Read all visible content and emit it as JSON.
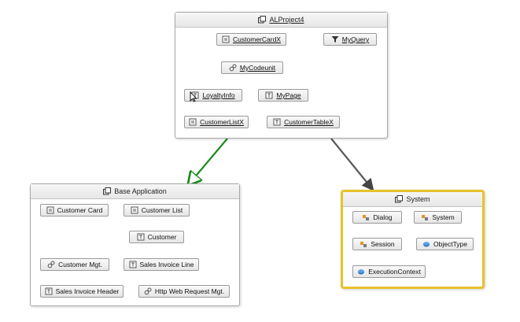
{
  "groups": {
    "alproject": {
      "title": "ALProject4"
    },
    "base": {
      "title": "Base Application"
    },
    "system": {
      "title": "System"
    }
  },
  "nodes": {
    "customercardx": "CustomerCardX",
    "myquery": "MyQuery",
    "mycodeunit": "MyCodeunit",
    "loyaltyinfo": "LoyaltyInfo",
    "mypage": "MyPage",
    "customerlistx": "CustomerListX",
    "customertablex": "CustomerTableX",
    "customer_card": "Customer Card",
    "customer_list": "Customer List",
    "customer": "Customer",
    "customer_mgt": "Customer Mgt.",
    "sales_invoice_line": "Sales Invoice Line",
    "sales_invoice_header": "Sales Invoice Header",
    "http_web_request_mgt": "Http Web Request Mgt.",
    "dialog": "Dialog",
    "system": "System",
    "session": "Session",
    "objecttype": "ObjectType",
    "executioncontext": "ExecutionContext"
  },
  "colors": {
    "dependency_green": "#1a8a1a",
    "dependency_gray": "#5a5a5a",
    "link_red": "#c0392b",
    "link_blue": "#1f3fa8",
    "selection_yellow": "#e8c22a"
  },
  "icons": {
    "page": "page-icon",
    "table": "table-icon",
    "codeunit": "codeunit-icon",
    "query": "query-icon",
    "enum": "enum-icon",
    "system_object": "system-object-icon"
  }
}
